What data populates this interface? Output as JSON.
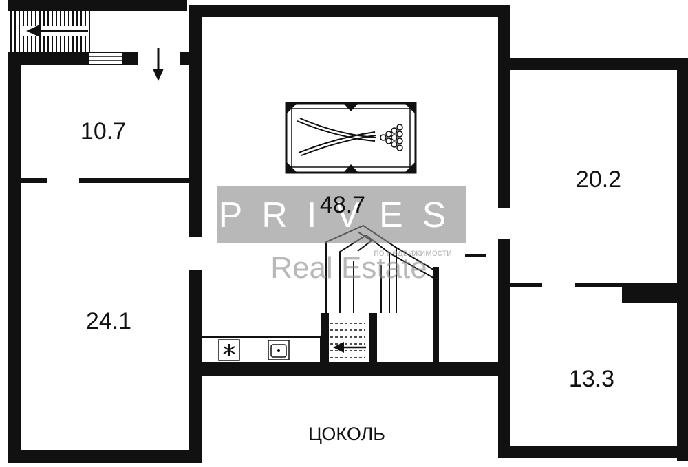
{
  "rooms": [
    {
      "id": "room-10-7",
      "area": "10.7"
    },
    {
      "id": "room-48-7",
      "area": "48.7"
    },
    {
      "id": "room-20-2",
      "area": "20.2"
    },
    {
      "id": "room-24-1",
      "area": "24.1"
    },
    {
      "id": "room-13-3",
      "area": "13.3"
    }
  ],
  "tsokol_label": "ЦОКОЛЬ",
  "watermark": {
    "logo_text": "PRIVES",
    "tagline": "Real Estate",
    "subline": "по недвижимости"
  },
  "colors": {
    "wall": "#111111",
    "background": "#ffffff",
    "watermark_gray": "#8a8a8a"
  },
  "icons": [
    "billiard-table-icon",
    "cue-sticks-icon",
    "ball-rack-icon",
    "stairs-icon",
    "sink-icon",
    "stove-icon",
    "entry-arrow-icon",
    "down-arrow-icon"
  ]
}
